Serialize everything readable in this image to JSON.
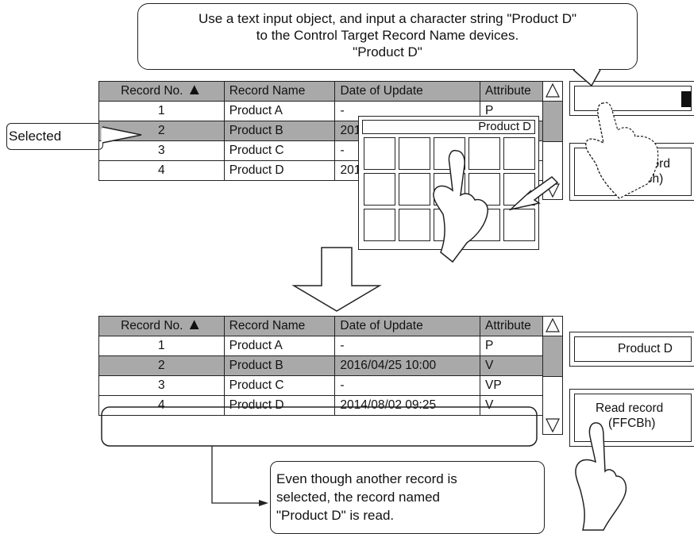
{
  "top_callout": {
    "line1": "Use a text input object, and input a character string \"Product D\"",
    "line2": "to the Control Target Record Name devices.",
    "line3": "\"Product D\""
  },
  "selected_label": "Selected",
  "table_headers": [
    "Record No.",
    "Record Name",
    "Date of Update",
    "Attribute"
  ],
  "sort_indicator": "up-triangle-icon",
  "top_table": {
    "rows": [
      {
        "no": "1",
        "name": "Product A",
        "date": "-",
        "attr": "P"
      },
      {
        "no": "2",
        "name": "Product B",
        "date": "201",
        "attr": ""
      },
      {
        "no": "3",
        "name": "Product C",
        "date": "-",
        "attr": ""
      },
      {
        "no": "4",
        "name": "Product D",
        "date": "201",
        "attr": ""
      }
    ],
    "selected_row": 1
  },
  "keypad": {
    "display": "Product D",
    "rows": 3,
    "cols": 5
  },
  "top_read_button": {
    "line1": "record",
    "line2": "CBh)"
  },
  "bottom_table": {
    "rows": [
      {
        "no": "1",
        "name": "Product A",
        "date": "-",
        "attr": "P"
      },
      {
        "no": "2",
        "name": "Product B",
        "date": "2016/04/25 10:00",
        "attr": "V"
      },
      {
        "no": "3",
        "name": "Product C",
        "date": "-",
        "attr": "VP"
      },
      {
        "no": "4",
        "name": "Product D",
        "date": "2014/08/02 09:25",
        "attr": "V"
      }
    ],
    "selected_row": 1
  },
  "bottom_text_field": "Product D",
  "bottom_read_button": {
    "line1": "Read record",
    "line2": "(FFCBh)"
  },
  "bottom_callout": {
    "line1": "Even though another record is",
    "line2": "selected, the record named",
    "line3": "\"Product D\" is read."
  },
  "colors": {
    "selected_row": "#a9a9a9",
    "header": "#a9a9a9",
    "line": "#222222"
  }
}
